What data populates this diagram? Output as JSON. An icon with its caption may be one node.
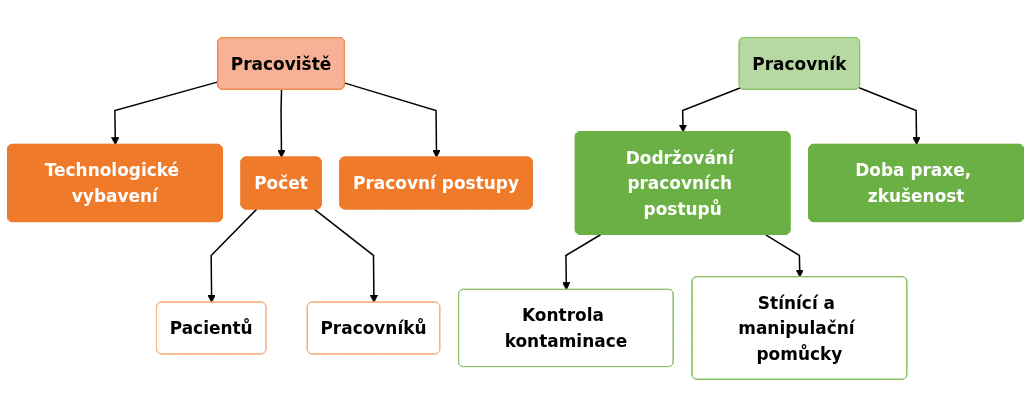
{
  "diagram": {
    "nodes": [
      {
        "text": [
          "Pracoviště"
        ]
      },
      {
        "text": [
          "Technologické vybavení"
        ]
      },
      {
        "text": [
          "Počet"
        ]
      },
      {
        "text": [
          "Pracovní postupy"
        ]
      },
      {
        "text": [
          "Pacientů"
        ]
      },
      {
        "text": [
          "Pracovníků"
        ]
      },
      {
        "text": [
          "Pracovník"
        ]
      },
      {
        "text": [
          "Dodržování pracovních postupů"
        ]
      },
      {
        "text": [
          "Doba praxe, zkušenost"
        ]
      },
      {
        "text": [
          "Kontrola kontaminace"
        ]
      },
      {
        "text": [
          "Stínící a manipulační pomůcky"
        ]
      }
    ],
    "edges": [
      {
        "from": 0,
        "to": 1,
        "arrow": "to"
      },
      {
        "from": 0,
        "to": 2,
        "arrow": "to"
      },
      {
        "from": 0,
        "to": 3,
        "arrow": "to"
      },
      {
        "from": 2,
        "to": 4,
        "arrow": "to"
      },
      {
        "from": 2,
        "to": 5,
        "arrow": "to"
      },
      {
        "from": 6,
        "to": 7,
        "arrow": "to"
      },
      {
        "from": 6,
        "to": 8,
        "arrow": "to"
      },
      {
        "from": 7,
        "to": 9,
        "arrow": "to"
      },
      {
        "from": 7,
        "to": 10,
        "arrow": "to"
      }
    ]
  }
}
